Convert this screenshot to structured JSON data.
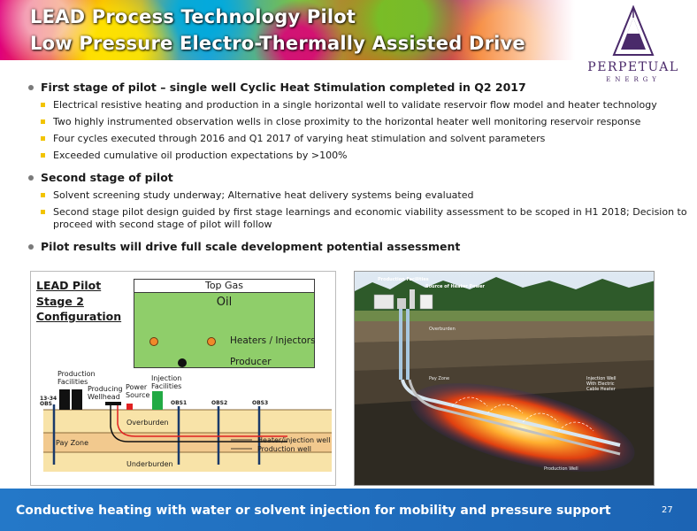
{
  "header": {
    "title_line1": "LEAD Process Technology Pilot",
    "title_line2": "Low Pressure Electro-Thermally Assisted Drive"
  },
  "logo": {
    "name": "PERPETUAL",
    "sub": "ENERGY"
  },
  "bullets": [
    {
      "text": "First stage of pilot – single well Cyclic Heat Stimulation completed in Q2 2017",
      "sub": [
        "Electrical resistive heating and production in a single horizontal well to validate reservoir flow model and heater technology",
        "Two highly instrumented observation wells in close proximity to the horizontal heater well monitoring reservoir response",
        "Four cycles executed through 2016 and Q1 2017 of varying heat stimulation and solvent parameters",
        "Exceeded cumulative oil production expectations by >100%"
      ]
    },
    {
      "text": "Second stage of pilot",
      "sub": [
        "Solvent screening study underway; Alternative heat delivery systems being evaluated",
        "Second stage pilot design guided by first stage learnings and economic viability assessment to be scoped in H1 2018; Decision to proceed with second stage of pilot will follow"
      ]
    },
    {
      "text": "Pilot results will drive full scale development potential assessment",
      "sub": []
    }
  ],
  "left_diagram": {
    "stage_label_lines": [
      "LEAD Pilot",
      "Stage 2",
      "Configuration"
    ],
    "top_gas": "Top Gas",
    "oil": "Oil",
    "legend_heaters": "Heaters / Injectors",
    "legend_producer": "Producer",
    "production_facilities_lines": [
      "Production",
      "Facilities"
    ],
    "producing_wellhead_lines": [
      "Producing",
      "Wellhead"
    ],
    "power_source_lines": [
      "Power",
      "Source"
    ],
    "injection_facilities_lines": [
      "Injection",
      "Facilities"
    ],
    "obs_left_lines": [
      "13-34",
      "OBS"
    ],
    "obs1": "OBS1",
    "obs2": "OBS2",
    "obs3": "OBS3",
    "overburden": "Overburden",
    "pay_zone": "Pay Zone",
    "heater_injection_well": "Heater/injection well",
    "production_well": "Production well",
    "underburden": "Underburden"
  },
  "right_illustration": {
    "production_facilities": "Production Facilities",
    "source_of_heater_power": "Source of Heater Power",
    "overburden": "Overburden",
    "pay_zone": "Pay Zone",
    "injection_well_lines": [
      "Injection Well",
      "With Electric",
      "Cable Heater"
    ],
    "production_well": "Production Well"
  },
  "footer": {
    "text": "Conductive heating with water or solvent injection for mobility and pressure support",
    "page": "27"
  },
  "colors": {
    "footer_blue": "#1f6fc0",
    "bullet_yellow": "#f2c400",
    "reservoir_green": "#8fce6a",
    "heater_orange": "#f08a2a"
  }
}
